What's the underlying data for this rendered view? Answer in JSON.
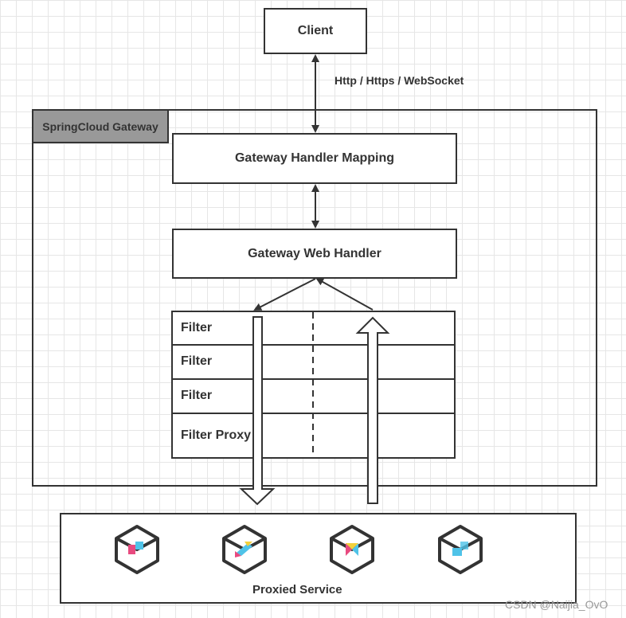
{
  "client": {
    "label": "Client"
  },
  "protocol": {
    "label": "Http / Https / WebSocket"
  },
  "gateway": {
    "title": "SpringCloud Gateway"
  },
  "handler_mapping": {
    "label": "Gateway Handler Mapping"
  },
  "web_handler": {
    "label": "Gateway Web Handler"
  },
  "filters": {
    "rows": [
      "Filter",
      "Filter",
      "Filter",
      "Filter Proxy"
    ]
  },
  "proxied_service": {
    "label": "Proxied Service",
    "icons": [
      "service-cube-icon",
      "service-cube-icon",
      "service-cube-icon",
      "service-cube-icon"
    ]
  },
  "watermark": "CSDN @Naijia_OvO",
  "colors": {
    "stroke": "#333333",
    "gateway_tag_fill": "#999999",
    "icon_pink": "#e84a7f",
    "icon_cyan": "#4fc3e8",
    "icon_yellow": "#f2d03b"
  }
}
